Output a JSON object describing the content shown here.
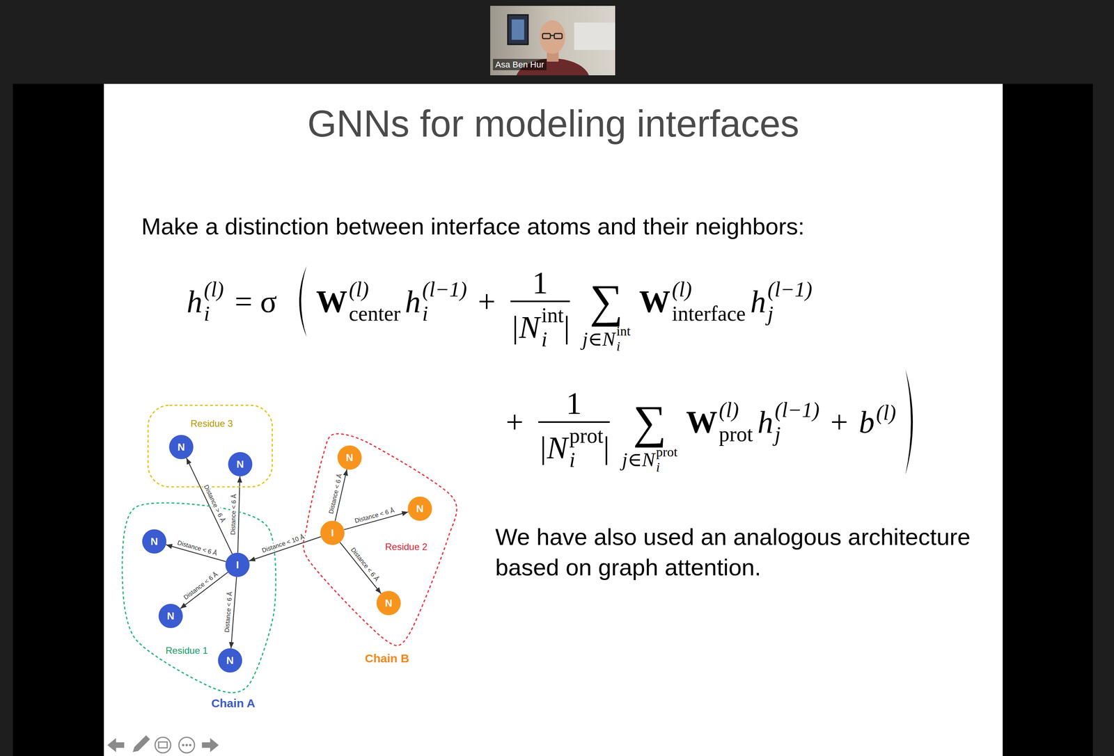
{
  "diagram": {
    "title": "GNNs for modeling interfaces",
    "nodes": [
      {
        "text": [
          "Residue 3"
        ]
      },
      {
        "text": [
          "N"
        ],
        "in": 0
      },
      {
        "text": [
          "N"
        ],
        "in": 0
      },
      {
        "text": [
          "Residue 2"
        ]
      },
      {
        "text": [
          "N"
        ],
        "in": 3
      },
      {
        "text": [
          "N"
        ],
        "in": 3
      },
      {
        "text": [
          "I"
        ],
        "in": 3
      },
      {
        "text": [
          "N"
        ],
        "in": 3
      },
      {
        "text": [
          "Residue 1"
        ]
      },
      {
        "text": [
          "N"
        ],
        "in": 8
      },
      {
        "text": [
          "I"
        ],
        "in": 8
      },
      {
        "text": [
          "N"
        ],
        "in": 8
      },
      {
        "text": [
          "N"
        ],
        "in": 8
      }
    ],
    "edges": [
      {
        "from": 10,
        "to": 1,
        "arrow": "to",
        "label": "Distance > 6 Å"
      },
      {
        "from": 10,
        "to": 2,
        "arrow": "to",
        "label": "Distance < 6 Å"
      },
      {
        "from": 10,
        "to": 9,
        "arrow": "to",
        "label": "Distance < 6 Å"
      },
      {
        "from": 10,
        "to": 11,
        "arrow": "to",
        "label": "Distance < 6 Å"
      },
      {
        "from": 10,
        "to": 12,
        "arrow": "to",
        "label": "Distance < 6 Å"
      },
      {
        "from": 6,
        "to": 10,
        "arrow": "to",
        "label": "Distance < 10 Å"
      },
      {
        "from": 6,
        "to": 4,
        "arrow": "to",
        "label": "Distance < 6 Å"
      },
      {
        "from": 6,
        "to": 5,
        "arrow": "to",
        "label": "Distance < 6 Å"
      },
      {
        "from": 6,
        "to": 7,
        "arrow": "to",
        "label": "Distance < 6 Å"
      }
    ],
    "labels": [
      "Asa Ben Hur",
      "Make a distinction between interface atoms and their neighbors:",
      "h",
      "(l)",
      "i",
      "= σ",
      "W",
      "(l)",
      "center",
      "h",
      "(l−1)",
      "i",
      "+",
      "1",
      "|N",
      "int",
      "i",
      "|",
      "∑",
      "j∈N",
      "int",
      "i",
      "W",
      "(l)",
      "interface",
      "h",
      "(l−1)",
      "j",
      "+",
      "1",
      "|N",
      "prot",
      "i",
      "|",
      "∑",
      "j∈N",
      "prot",
      "i",
      "W",
      "(l)",
      "prot",
      "h",
      "(l−1)",
      "j",
      "+",
      "b",
      "(l)",
      "We have also used an analogous architecture based on graph attention.",
      "Chain A",
      "Chain B"
    ]
  }
}
